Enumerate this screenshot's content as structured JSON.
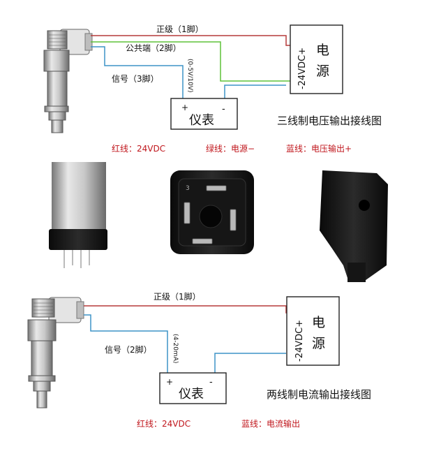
{
  "top": {
    "wires": {
      "pos": "正级（1脚）",
      "com": "公共端（2脚）",
      "sig": "信号（3脚）"
    },
    "range": "(0-5V/10V)",
    "meter": {
      "label": "仪表",
      "plus": "+",
      "minus": "-"
    },
    "power": {
      "label1": "电",
      "label2": "源",
      "volt": "-24VDC+"
    },
    "title": "三线制电压输出接线图",
    "legend": {
      "red": "红线：24VDC",
      "green": "绿线：电源−",
      "blue": "蓝线：电压输出+"
    }
  },
  "bottom": {
    "wires": {
      "pos": "正级（1脚）",
      "sig": "信号（2脚）"
    },
    "range": "(4-20mA)",
    "meter": {
      "label": "仪表",
      "plus": "+",
      "minus": "-"
    },
    "power": {
      "label1": "电",
      "label2": "源",
      "volt": "-24VDC+"
    },
    "title": "两线制电流输出接线图",
    "legend": {
      "red": "红线：24VDC",
      "blue": "蓝线：电流输出"
    }
  },
  "colors": {
    "red": "#b53a3a",
    "green": "#5fc238",
    "blue": "#3d93c7",
    "legend_red": "#c0161c"
  }
}
